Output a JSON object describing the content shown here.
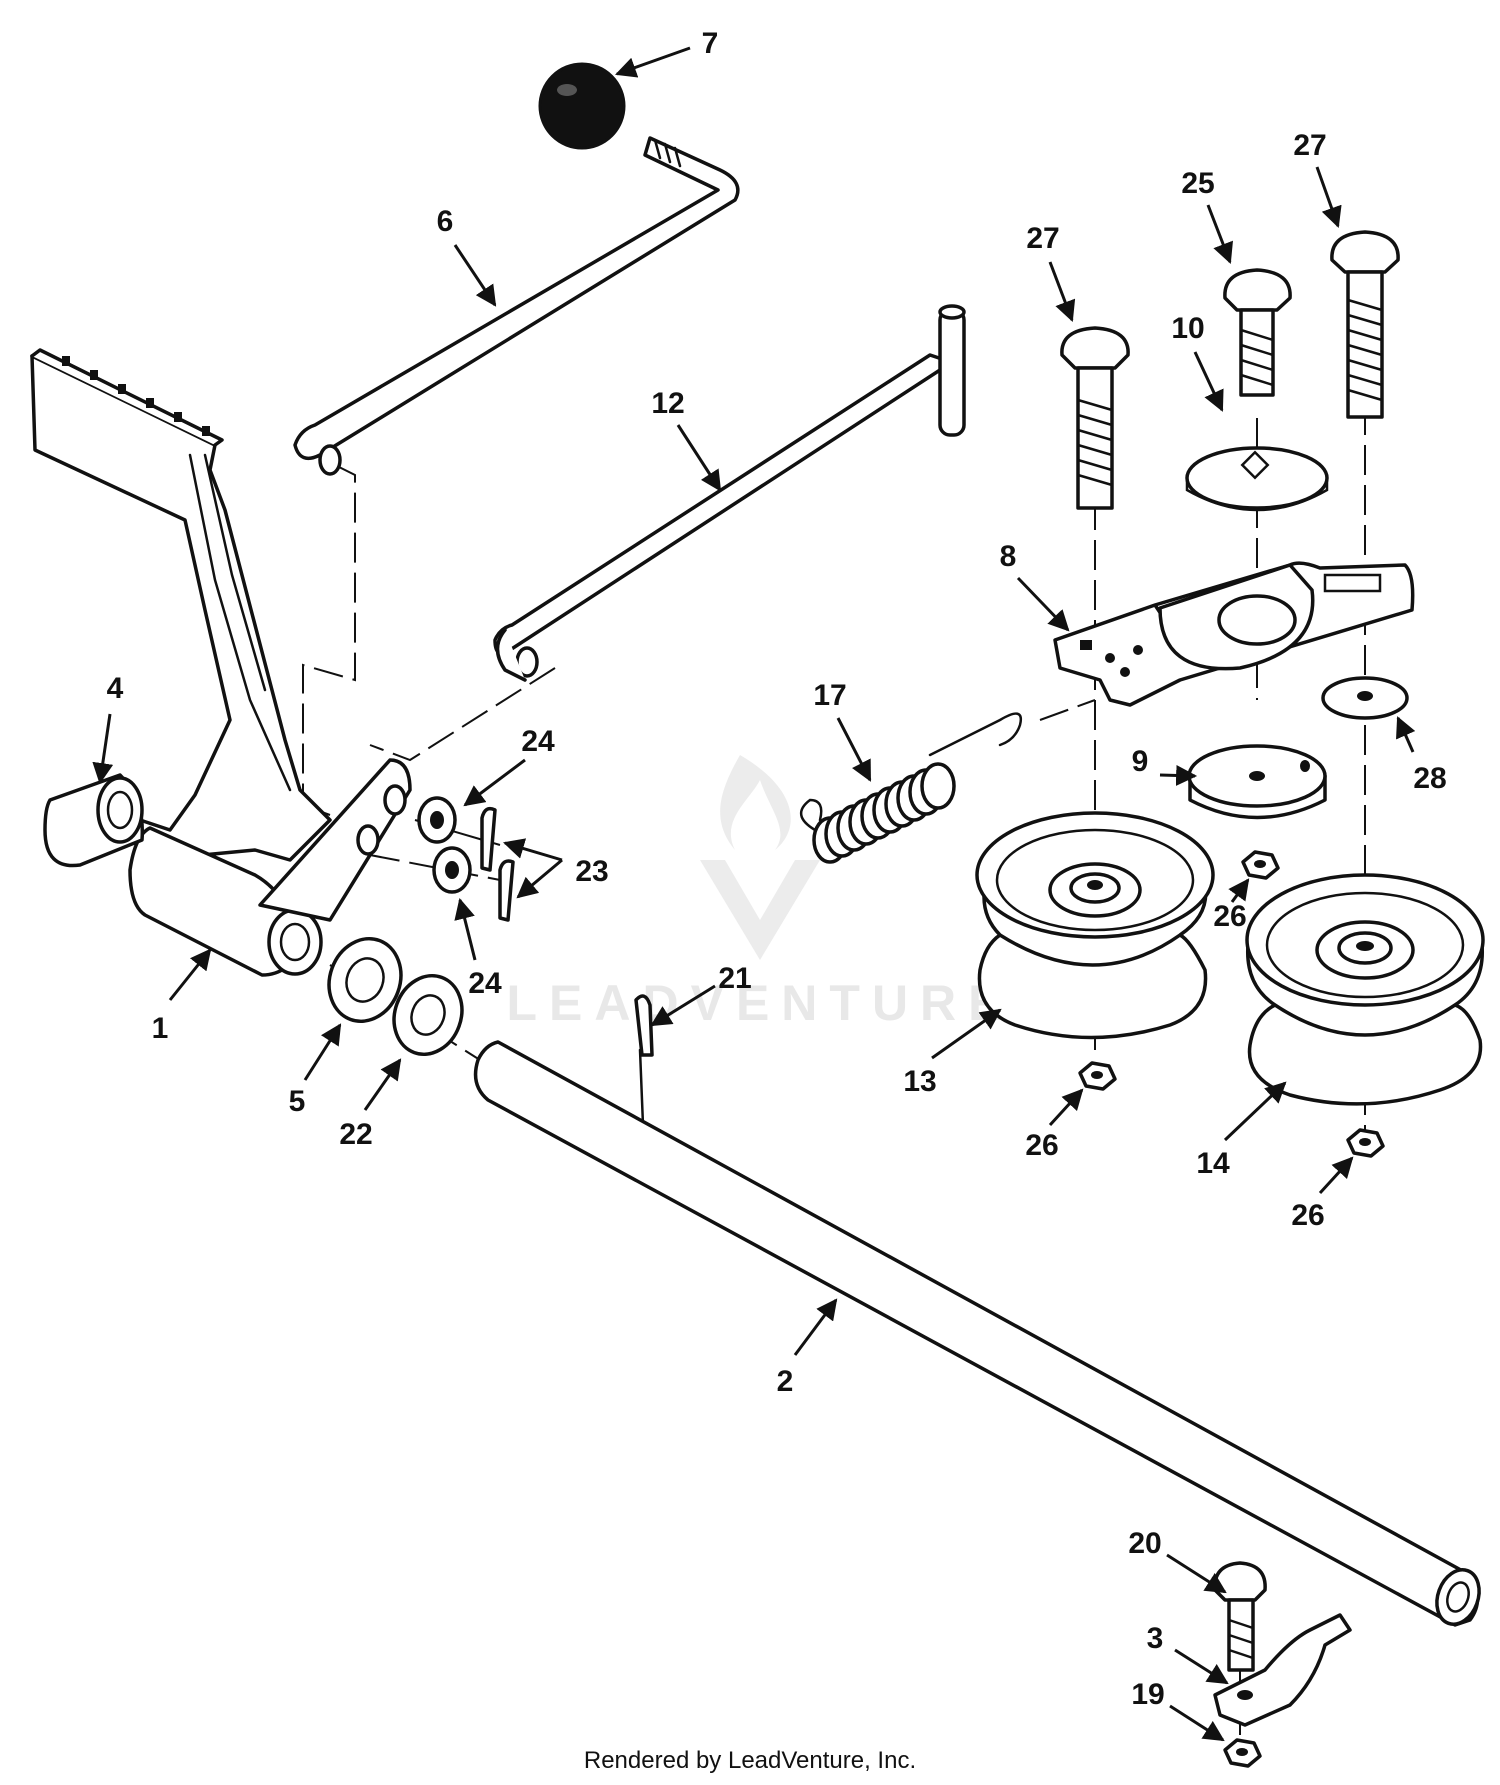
{
  "diagram": {
    "watermark": "LEADVENTURE",
    "footer": "Rendered by LeadVenture, Inc.",
    "callouts": [
      {
        "id": "c7",
        "label": "7"
      },
      {
        "id": "c6",
        "label": "6"
      },
      {
        "id": "c12",
        "label": "12"
      },
      {
        "id": "c27a",
        "label": "27"
      },
      {
        "id": "c25",
        "label": "25"
      },
      {
        "id": "c27b",
        "label": "27"
      },
      {
        "id": "c10",
        "label": "10"
      },
      {
        "id": "c8",
        "label": "8"
      },
      {
        "id": "c4",
        "label": "4"
      },
      {
        "id": "c17",
        "label": "17"
      },
      {
        "id": "c24a",
        "label": "24"
      },
      {
        "id": "c23",
        "label": "23"
      },
      {
        "id": "c24b",
        "label": "24"
      },
      {
        "id": "c9",
        "label": "9"
      },
      {
        "id": "c28",
        "label": "28"
      },
      {
        "id": "c26a",
        "label": "26"
      },
      {
        "id": "c1",
        "label": "1"
      },
      {
        "id": "c21",
        "label": "21"
      },
      {
        "id": "c5",
        "label": "5"
      },
      {
        "id": "c22",
        "label": "22"
      },
      {
        "id": "c13",
        "label": "13"
      },
      {
        "id": "c26b",
        "label": "26"
      },
      {
        "id": "c14",
        "label": "14"
      },
      {
        "id": "c26c",
        "label": "26"
      },
      {
        "id": "c2",
        "label": "2"
      },
      {
        "id": "c20",
        "label": "20"
      },
      {
        "id": "c3",
        "label": "3"
      },
      {
        "id": "c19",
        "label": "19"
      }
    ]
  }
}
